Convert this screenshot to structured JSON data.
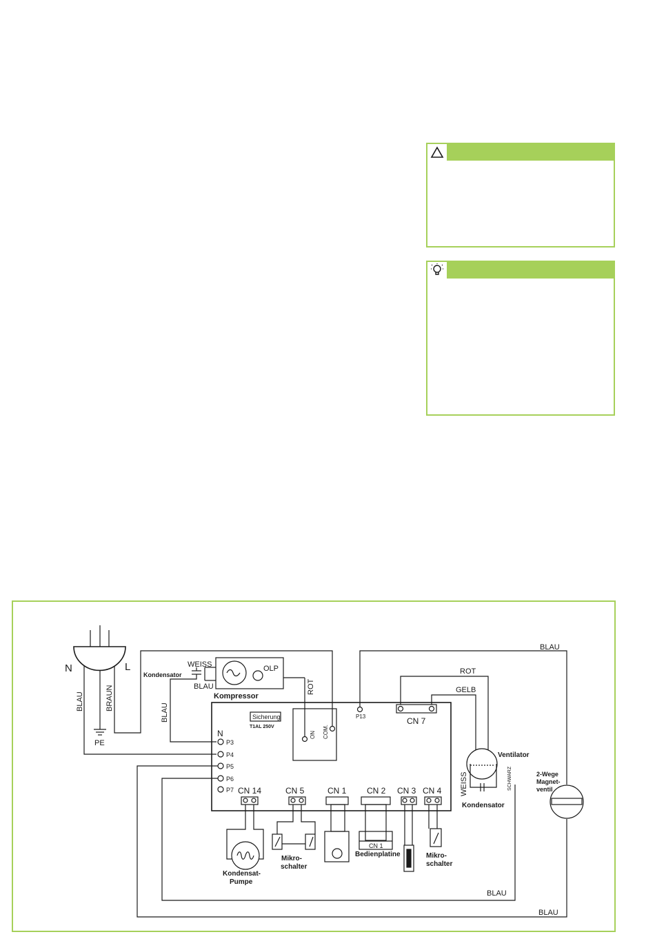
{
  "notices": {
    "warning": {
      "icon": "warning-triangle-icon"
    },
    "tip": {
      "icon": "lightbulb-icon"
    }
  },
  "diagram": {
    "plug": {
      "n": "N",
      "l": "L",
      "pe": "PE"
    },
    "wires": {
      "blau_left": "BLAU",
      "braun": "BRAUN",
      "blau_top": "BLAU",
      "blau_bottom_inner": "BLAU",
      "blau_bottom_outer": "BLAU",
      "blau_comp": "BLAU",
      "weiss_comp": "WEISS",
      "blau_cap": "BLAU",
      "rot_comp": "ROT",
      "rot_fan": "ROT",
      "gelb_fan": "GELB",
      "weiss_fan": "WEISS",
      "schwarz_fan": "SCHWARZ"
    },
    "compressor": {
      "capacitor": "Kondensator",
      "olp": "OLP",
      "name": "Kompressor"
    },
    "board": {
      "n": "N",
      "pins": [
        "P3",
        "P4",
        "P5",
        "P6",
        "P7"
      ],
      "p13": "P13",
      "fuse": "Sicherung",
      "fuse_rating": "T1AL 250V",
      "on": "ON",
      "com": "COM.",
      "cn7": "CN 7",
      "connectors": [
        "CN 14",
        "CN 5",
        "CN 1",
        "CN 2",
        "CN 3",
        "CN 4"
      ]
    },
    "components": {
      "pump_line1": "Kondensat-",
      "pump_line2": "Pumpe",
      "micro_a_line1": "Mikro-",
      "micro_a_line2": "schalter",
      "panel_cn": "CN 1",
      "panel": "Bedienplatine",
      "micro_b_line1": "Mikro-",
      "micro_b_line2": "schalter",
      "fan": "Ventilator",
      "fan_capacitor": "Kondensator",
      "valve_line1": "2-Wege",
      "valve_line2": "Magnet-",
      "valve_line3": "ventil"
    }
  }
}
